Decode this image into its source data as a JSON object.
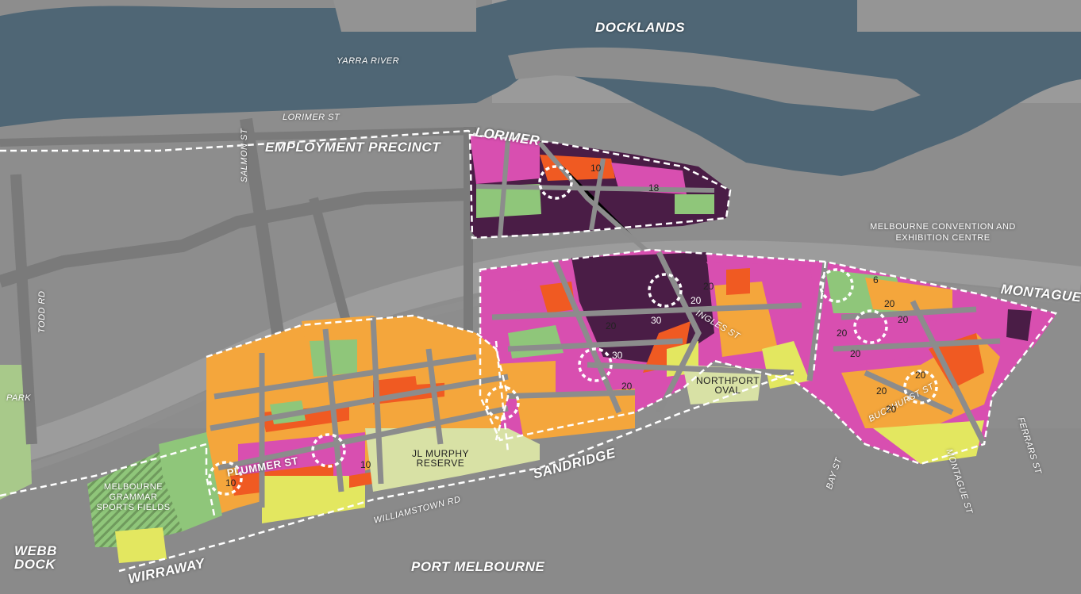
{
  "colors": {
    "water": "#4f6675",
    "land": "#8d8d8d",
    "road": "#7a7a7a",
    "orange": "#f4a63c",
    "red_orange": "#f05a22",
    "magenta": "#d84fb0",
    "purple": "#4a1d46",
    "green": "#8fc67a",
    "yellow": "#e3e760",
    "pale_green": "#d8e1a5",
    "park_green": "#a8c98a",
    "boundary": "#ffffff"
  },
  "labels": {
    "docklands": "DOCKLANDS",
    "yarra_river": "YARRA RIVER",
    "lorimer_st": "LORIMER ST",
    "employment_precinct": "EMPLOYMENT PRECINCT",
    "lorimer": "LORIMER",
    "salmon_st": "SALMON ST",
    "todd_rd": "TODD RD",
    "park": "PARK",
    "melbourne_convention": "MELBOURNE CONVENTION AND EXHIBITION CENTRE",
    "montague": "MONTAGUE",
    "ingles_st": "INGLES ST",
    "northport_oval": "NORTHPORT OVAL",
    "buckhurst_st": "BUCKHURST ST",
    "bay_st": "BAY ST",
    "montague_st": "MONTAGUE ST",
    "ferrars_st": "FERRARS ST",
    "sandridge": "SANDRIDGE",
    "jl_murphy_reserve": "JL MURPHY RESERVE",
    "plummer_st": "PLUMMER ST",
    "williamstown_rd": "WILLIAMSTOWN RD",
    "melbourne_grammar": "MELBOURNE GRAMMAR SPORTS FIELDS",
    "webb_dock": "WEBB DOCK",
    "wirraway": "WIRRAWAY",
    "port_melbourne": "PORT MELBOURNE"
  },
  "heights": {
    "lorimer_a": "10",
    "lorimer_b": "18",
    "mont_a": "20",
    "mont_b": "20",
    "mont_c": "30",
    "mont_d": "20",
    "mont_e": "30",
    "mont_f": "20",
    "mont_g": "6",
    "mont_h": "20",
    "mont_i": "20",
    "mont_j": "20",
    "mont_k": "20",
    "mont_l": "20",
    "mont_m": "20",
    "mont_n": "20",
    "sand_a": "10",
    "wirr_a": "10"
  },
  "hubs": [
    {
      "name": "lorimer-hub"
    },
    {
      "name": "ingles-north-hub"
    },
    {
      "name": "montague-east-hub"
    },
    {
      "name": "montague-centre-hub"
    },
    {
      "name": "ingles-south-hub"
    },
    {
      "name": "sandridge-hub"
    },
    {
      "name": "buckhurst-hub"
    },
    {
      "name": "plummer-east-hub"
    },
    {
      "name": "plummer-west-hub"
    }
  ]
}
